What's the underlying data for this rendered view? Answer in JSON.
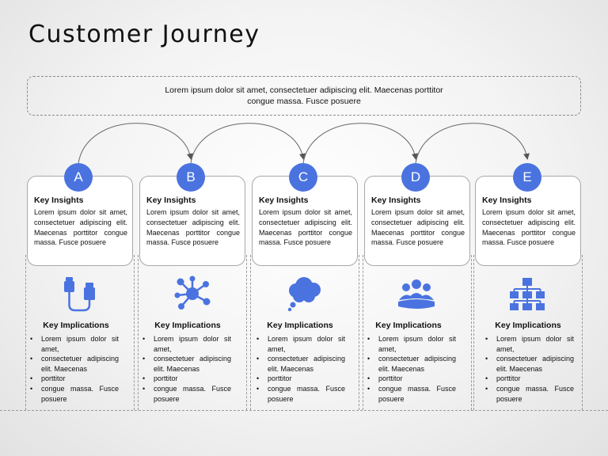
{
  "title": "Customer Journey",
  "intro": "Lorem ipsum dolor sit amet, consectetuer adipiscing elit. Maecenas porttitor congue massa. Fusce posuere",
  "accent_color": "#4a73e0",
  "stages": [
    {
      "letter": "A",
      "icon": "usb-cable-icon",
      "insights_title": "Key Insights",
      "insights_text": "Lorem ipsum dolor sit amet, consectetuer adipiscing elit. Maecenas porttitor congue massa. Fusce posuere",
      "implications_title": "Key Implications",
      "implications": [
        "Lorem ipsum dolor sit amet,",
        "consectetuer adipiscing elit. Maecenas",
        "porttitor",
        "congue massa. Fusce posuere"
      ]
    },
    {
      "letter": "B",
      "icon": "network-hub-icon",
      "insights_title": "Key Insights",
      "insights_text": "Lorem ipsum dolor sit amet, consectetuer adipiscing elit. Maecenas porttitor congue massa. Fusce posuere",
      "implications_title": "Key Implications",
      "implications": [
        "Lorem ipsum dolor sit amet,",
        "consectetuer adipiscing elit. Maecenas",
        "porttitor",
        "congue massa. Fusce posuere"
      ]
    },
    {
      "letter": "C",
      "icon": "thought-cloud-icon",
      "insights_title": "Key Insights",
      "insights_text": "Lorem ipsum dolor sit amet, consectetuer adipiscing elit. Maecenas porttitor congue massa. Fusce posuere",
      "implications_title": "Key Implications",
      "implications": [
        "Lorem ipsum dolor sit amet,",
        "consectetuer adipiscing elit. Maecenas",
        "porttitor",
        "congue massa. Fusce posuere"
      ]
    },
    {
      "letter": "D",
      "icon": "audience-group-icon",
      "insights_title": "Key Insights",
      "insights_text": "Lorem ipsum dolor sit amet, consectetuer adipiscing elit. Maecenas porttitor congue massa. Fusce posuere",
      "implications_title": "Key Implications",
      "implications": [
        "Lorem ipsum dolor sit amet,",
        "consectetuer adipiscing elit. Maecenas",
        "porttitor",
        "congue massa. Fusce posuere"
      ]
    },
    {
      "letter": "E",
      "icon": "org-chart-icon",
      "insights_title": "Key Insights",
      "insights_text": "Lorem ipsum dolor sit amet, consectetuer adipiscing elit. Maecenas porttitor congue massa. Fusce posuere",
      "implications_title": "Key Implications",
      "implications": [
        "Lorem ipsum dolor sit amet,",
        "consectetuer adipiscing elit. Maecenas",
        "porttitor",
        "congue massa. Fusce posuere"
      ]
    }
  ]
}
